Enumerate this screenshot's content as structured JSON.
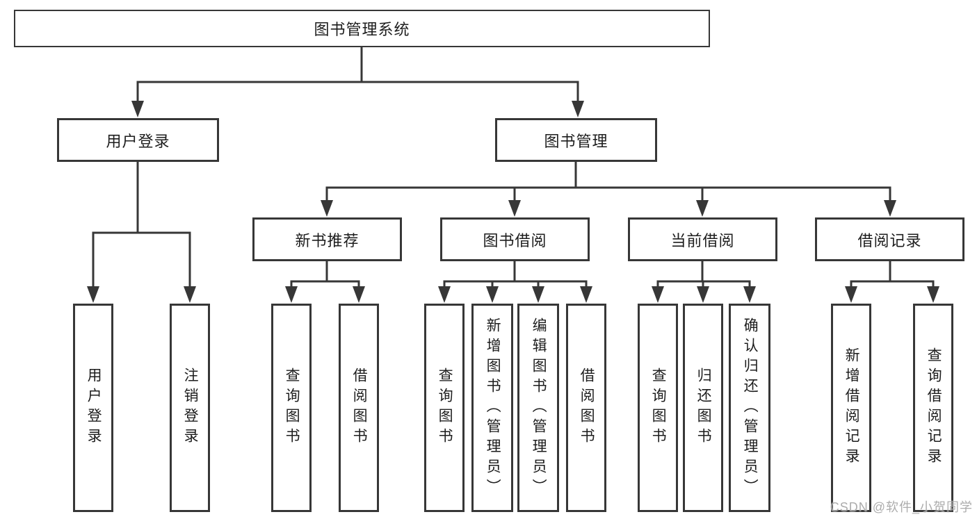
{
  "diagram": {
    "root": "图书管理系统",
    "level2": [
      "用户登录",
      "图书管理"
    ],
    "level3": [
      "新书推荐",
      "图书借阅",
      "当前借阅",
      "借阅记录"
    ],
    "leaves": {
      "user_login": [
        "用户登录",
        "注销登录"
      ],
      "new_books": [
        "查询图书",
        "借阅图书"
      ],
      "book_borrow": [
        "查询图书",
        "新增图书（管理员）",
        "编辑图书（管理员）",
        "借阅图书"
      ],
      "current_borrow": [
        "查询图书",
        "归还图书",
        "确认归还（管理员）"
      ],
      "borrow_records": [
        "新增借阅记录",
        "查询借阅记录"
      ]
    }
  },
  "watermark": "CSDN @软件_小贺同学",
  "colors": {
    "line": "#373737",
    "text": "#1d1d1d",
    "background": "#ffffff",
    "watermark": "#9e9e9e"
  }
}
